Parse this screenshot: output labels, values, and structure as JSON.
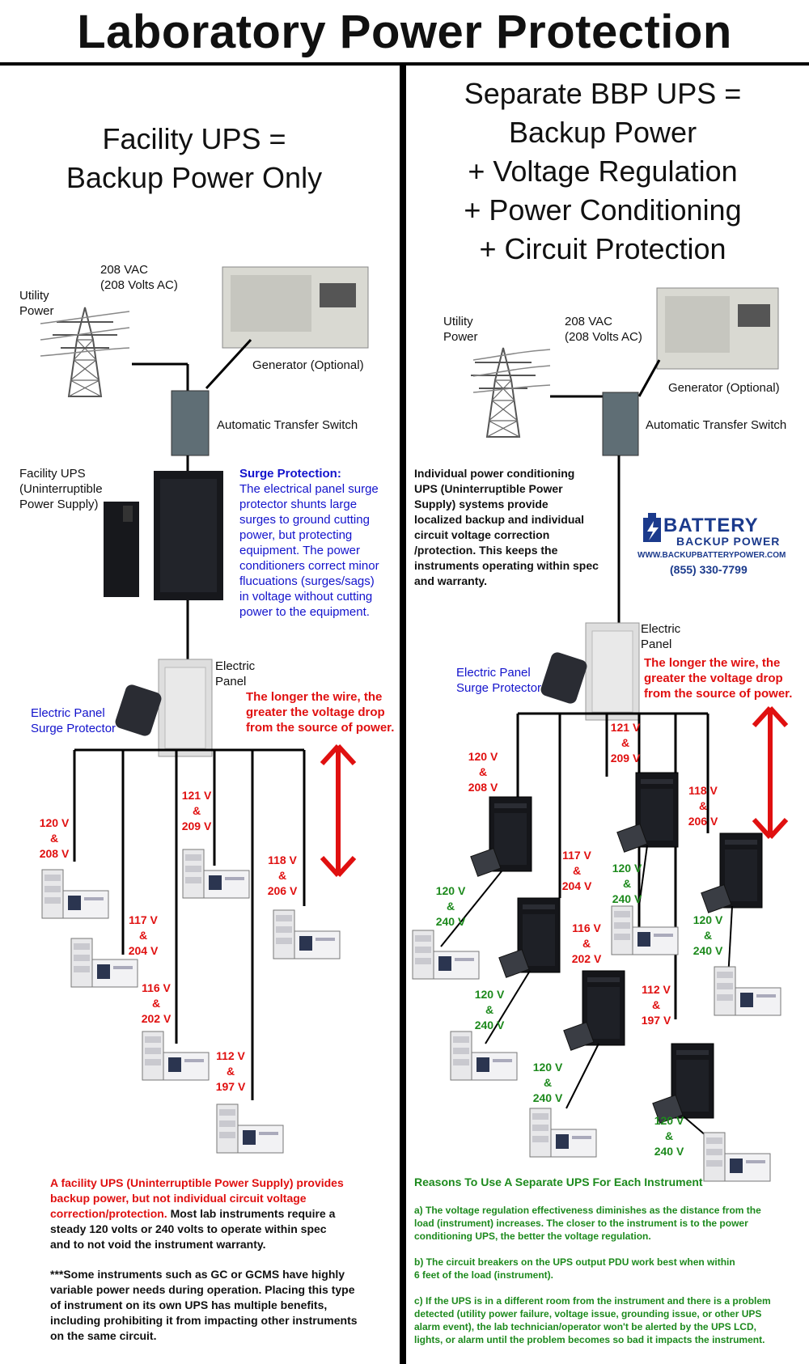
{
  "title": "Laboratory Power Protection",
  "left": {
    "heading_line1": "Facility UPS =",
    "heading_line2": "Backup Power Only",
    "utility_power_line1": "Utility",
    "utility_power_line2": "Power",
    "vac_line1": "208 VAC",
    "vac_line2": "(208 Volts AC)",
    "generator": "Generator (Optional)",
    "ats": "Automatic Transfer Switch",
    "facility_ups_line1": "Facility UPS",
    "facility_ups_line2": "(Uninterruptible",
    "facility_ups_line3": "Power Supply)",
    "surge_title": "Surge Protection:",
    "surge_lines": [
      "The electrical panel surge",
      "protector shunts large",
      "surges to ground cutting",
      "power, but protecting",
      "equipment. The power",
      "conditioners correct minor",
      "flucuations (surges/sags)",
      "in voltage without cutting",
      "power to the equipment."
    ],
    "panel_line1": "Electric",
    "panel_line2": "Panel",
    "protector_line1": "Electric Panel",
    "protector_line2": "Surge Protector",
    "wire_note_line1": "The longer the wire, the",
    "wire_note_line2": "greater the voltage drop",
    "wire_note_line3": "from the source of power.",
    "v1": [
      "120 V",
      "&",
      "208 V"
    ],
    "v2": [
      "121 V",
      "&",
      "209 V"
    ],
    "v3": [
      "118 V",
      "&",
      "206 V"
    ],
    "v4": [
      "117 V",
      "&",
      "204 V"
    ],
    "v5": [
      "116 V",
      "&",
      "202 V"
    ],
    "v6": [
      "112 V",
      "&",
      "197 V"
    ],
    "bottom_red_lines": [
      "A facility UPS (Uninterruptible Power Supply) provides",
      "backup power, but not individual circuit voltage",
      "correction/protection."
    ],
    "bottom_black_after": " Most lab instruments require a",
    "bottom_black_lines": [
      "steady 120 volts or 240 volts to operate within spec",
      "and to not void the instrument warranty."
    ],
    "note_lines": [
      "***Some instruments such as GC or GCMS have highly",
      "variable power needs during operation. Placing this type",
      "of instrument on its own UPS has multiple benefits,",
      "including prohibiting it from impacting other instruments",
      "on the same circuit."
    ]
  },
  "right": {
    "heading_lines": [
      "Separate BBP UPS =",
      "Backup Power",
      "+ Voltage Regulation",
      "+ Power Conditioning",
      "+ Circuit Protection"
    ],
    "utility_power_line1": "Utility",
    "utility_power_line2": "Power",
    "vac_line1": "208 VAC",
    "vac_line2": "(208 Volts AC)",
    "generator": "Generator (Optional)",
    "ats": "Automatic Transfer Switch",
    "individual_lines": [
      "Individual power conditioning",
      "UPS (Uninterruptible Power",
      "Supply) systems provide",
      "localized backup and individual",
      "circuit voltage correction",
      "/protection. This keeps the",
      "instruments operating within spec",
      "and warranty."
    ],
    "logo_word1": "BATTERY",
    "logo_word2": "BACKUP POWER",
    "logo_url": "WWW.BACKUPBATTERYPOWER.COM",
    "logo_phone": "(855) 330-7799",
    "panel_line1": "Electric",
    "panel_line2": "Panel",
    "protector_line1": "Electric Panel",
    "protector_line2": "Surge Protector",
    "wire_note_line1": "The longer the wire, the",
    "wire_note_line2": "greater the voltage drop",
    "wire_note_line3": "from the source of power.",
    "r1": [
      "120 V",
      "&",
      "208 V"
    ],
    "r2": [
      "121 V",
      "&",
      "209 V"
    ],
    "r3": [
      "118 V",
      "&",
      "206 V"
    ],
    "r4": [
      "117 V",
      "&",
      "204 V"
    ],
    "r5": [
      "116 V",
      "&",
      "202 V"
    ],
    "r6": [
      "112 V",
      "&",
      "197 V"
    ],
    "g": [
      "120 V",
      "&",
      "240 V"
    ],
    "reasons_title": "Reasons To Use A Separate UPS For Each Instrument",
    "reason_a": [
      "a)  The voltage regulation effectiveness diminishes as the distance from the",
      "load (instrument) increases. The closer to the instrument is to the power",
      "conditioning UPS, the better the voltage regulation."
    ],
    "reason_b": [
      "b)  The circuit breakers on the UPS output PDU work best when within",
      "6 feet of the load (instrument)."
    ],
    "reason_c": [
      "c) If the UPS is in a different room from the instrument and there is a problem",
      "detected (utility power failure, voltage issue, grounding issue, or other UPS",
      "alarm event), the lab technician/operator won't be alerted by the UPS LCD,",
      "lights, or alarm until the problem becomes so bad it impacts the instrument."
    ]
  },
  "colors": {
    "red": "#e01010",
    "blue": "#1313cc",
    "green": "#1d8a1d"
  }
}
